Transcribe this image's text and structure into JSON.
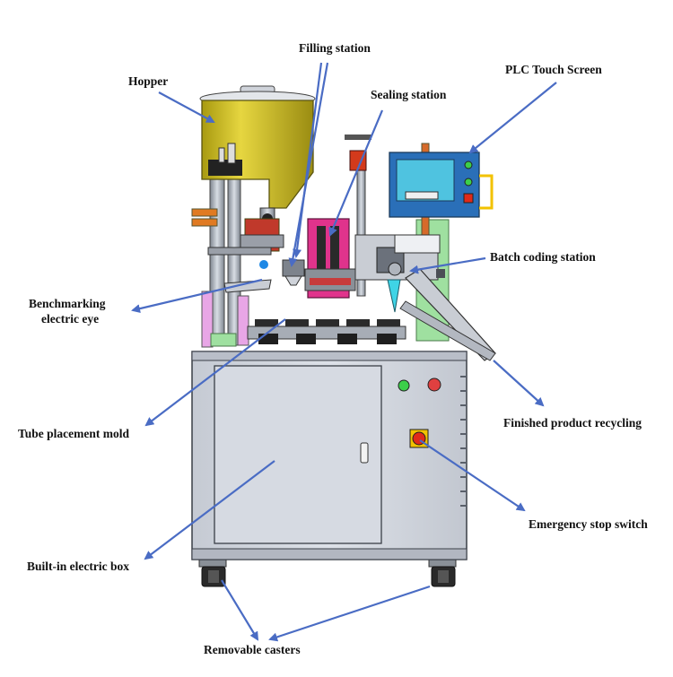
{
  "labels": {
    "filling_station": "Filling station",
    "hopper": "Hopper",
    "plc_touch_screen": "PLC Touch Screen",
    "sealing_station": "Sealing station",
    "batch_coding_station": "Batch coding station",
    "benchmarking_eye_line1": "Benchmarking",
    "benchmarking_eye_line2": "electric eye",
    "tube_placement_mold": "Tube placement mold",
    "finished_product_recycling": "Finished product recycling",
    "emergency_stop_switch": "Emergency stop switch",
    "built_in_electric_box": "Built-in electric box",
    "removable_casters": "Removable casters"
  },
  "colors": {
    "arrow": "#4a6cc4",
    "hopper": "#c9b820",
    "cabinet": "#d2d6de",
    "screen": "#4fc3e0",
    "sealing_block": "#e0338c",
    "tube_green": "#9fe0a0",
    "tube_pink": "#e8a6e6",
    "estop_red": "#e02a1a",
    "estop_yellow": "#f2c200"
  }
}
